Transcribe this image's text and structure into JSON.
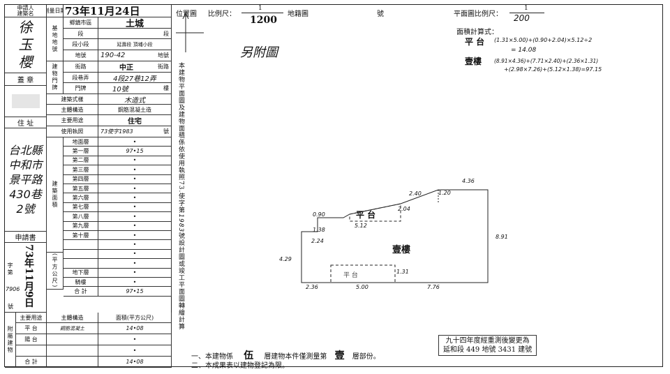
{
  "table": {
    "applicant_label": "申請人\n建築名",
    "applicant_name": [
      "徐",
      "玉",
      "櫻"
    ],
    "seal_label": "蓋 章",
    "address_label": "住 址",
    "address_text": "台北縣中和市景平路430巷2號",
    "app_doc_label": "申請書",
    "app_doc_date": "73年11月9日",
    "doc_word": "字第",
    "doc_no": "7906",
    "doc_hao": "號",
    "survey_date_label": "測量日期",
    "survey_date": "73年11月24日",
    "location_group": "基地地號",
    "township_label": "鄉鎮市區",
    "township_value": "土城",
    "section_label": "段",
    "section_suffix": "段",
    "subsection_label": "段小段",
    "subsection_value": "延壽段 頂埔小段",
    "land_no_label": "地號",
    "land_no_value": "190-42",
    "land_no_suffix": "地號",
    "door_group": "建物門牌",
    "street_label": "街路",
    "street_value": "中正",
    "street_suffix": "街路",
    "lane_label": "段巷弄",
    "lane_value": "4段27巷12弄",
    "door_label": "門牌",
    "door_value": "10號",
    "door_suffix": "樓",
    "style_label": "建築式樣",
    "style_value": "木造式",
    "structure_label": "主體構造",
    "structure_value": "鋼筋混凝土造",
    "use_label": "主要用途",
    "use_value": "住宅",
    "license_label": "使用執照",
    "license_value": "73使字1983",
    "license_suffix": "號",
    "floor_group": "建築面積",
    "floor_unit": "(平方公尺)",
    "floors": [
      {
        "label": "地面層",
        "value": "•"
      },
      {
        "label": "第一層",
        "value": "97•15"
      },
      {
        "label": "第二層",
        "value": "•"
      },
      {
        "label": "第三層",
        "value": "•"
      },
      {
        "label": "第四層",
        "value": "•"
      },
      {
        "label": "第五層",
        "value": "•"
      },
      {
        "label": "第六層",
        "value": "•"
      },
      {
        "label": "第七層",
        "value": "•"
      },
      {
        "label": "第八層",
        "value": "•"
      },
      {
        "label": "第九層",
        "value": "•"
      },
      {
        "label": "第十層",
        "value": "•"
      },
      {
        "label": "",
        "value": "•"
      },
      {
        "label": "",
        "value": "•"
      },
      {
        "label": "",
        "value": "•"
      },
      {
        "label": "地下層",
        "value": "•"
      },
      {
        "label": "騎樓",
        "value": "•"
      },
      {
        "label": "合 計",
        "value": "97•15"
      }
    ],
    "attach_group": "附屬建物",
    "attach_use_header": "主要用途",
    "attach_struct_header": "主體構造",
    "attach_area_header": "面積(平方公尺)",
    "attach_rows": [
      {
        "use": "平 台",
        "structure": "鋼筋混凝土",
        "area": "14•08"
      },
      {
        "use": "陽 台",
        "structure": "",
        "area": "•"
      },
      {
        "use": "",
        "structure": "",
        "area": "•"
      },
      {
        "use": "合 計",
        "structure": "",
        "area": "14•08"
      }
    ]
  },
  "middle_text": "本建物平面圖及建物面積係依使用執照",
  "middle_license": "73.使字第",
  "middle_license_no": "1983",
  "middle_text2": "號設計圖或竣工平面圖轉繪計算",
  "drawing": {
    "location_label": "位置圖",
    "scale_label": "比例尺：",
    "scale_num": "1",
    "scale_den": "1200",
    "map_label": "地籍圖",
    "map_hao": "號",
    "attached_note": "另附圖",
    "plan_scale_label": "平面圖比例尺：",
    "plan_scale_num": "1",
    "plan_scale_den": "200",
    "area_calc_label": "面積計算式：",
    "platform_label": "平 台",
    "platform_formula": "(1.31×5.00)+(0.90+2.04)×5.12÷2",
    "platform_result": "= 14.08",
    "floor1_label": "壹樓",
    "floor1_formula1": "(8.91×4.36)+(7.71×2.40)+(2.36×1.31)",
    "floor1_formula2": "+(2.98×7.26)+(5.12×1.38)=97.15",
    "room_platform": "平 台",
    "room_floor1": "壹樓",
    "room_lower": "平 台",
    "dim_labels": [
      "4.36",
      "2.40",
      "1.20",
      "2.04",
      "0.90",
      "5.12",
      "1.38",
      "2.24",
      "8.91",
      "4.29",
      "1.31",
      "2.36",
      "5.00",
      "7.76"
    ],
    "footer_line1_a": "一、本建物係",
    "footer_line1_b": "伍",
    "footer_line1_c": "層建物本件僅測量第",
    "footer_line1_d": "壹",
    "footer_line1_e": "層部份。",
    "footer_line2": "二、本成果表以建物登記為限。",
    "note_line1": "九十四年度經重測後變更為",
    "note_line2": "延和段 449 地號 3431 建號"
  }
}
